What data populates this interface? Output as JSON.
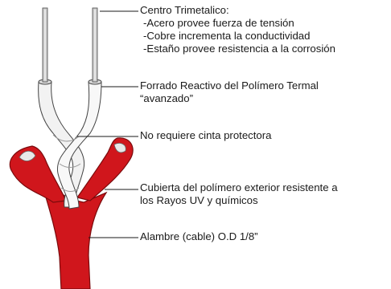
{
  "callouts": {
    "core": {
      "title": "Centro Trimetalico:",
      "lines": [
        "-Acero provee fuerza de tensión",
        "-Cobre incrementa la conductividad",
        "-Estaño provee resistencia a la corrosión"
      ]
    },
    "insulation": {
      "line1": "Forrado Reactivo del Polímero Termal",
      "line2": "“avanzado”"
    },
    "tape": {
      "text": "No requiere cinta protectora"
    },
    "jacket": {
      "line1": "Cubierta del polímero exterior resistente a",
      "line2": "los Rayos UV y químicos"
    },
    "od": {
      "text": "Alambre (cable) O.D 1/8”"
    }
  },
  "colors": {
    "jacket": "#d0161c",
    "jacket_dark": "#8e0d10",
    "insulation": "#f2f2f2",
    "wire": "#c9c9c9",
    "leader": "#1a1a1a"
  }
}
